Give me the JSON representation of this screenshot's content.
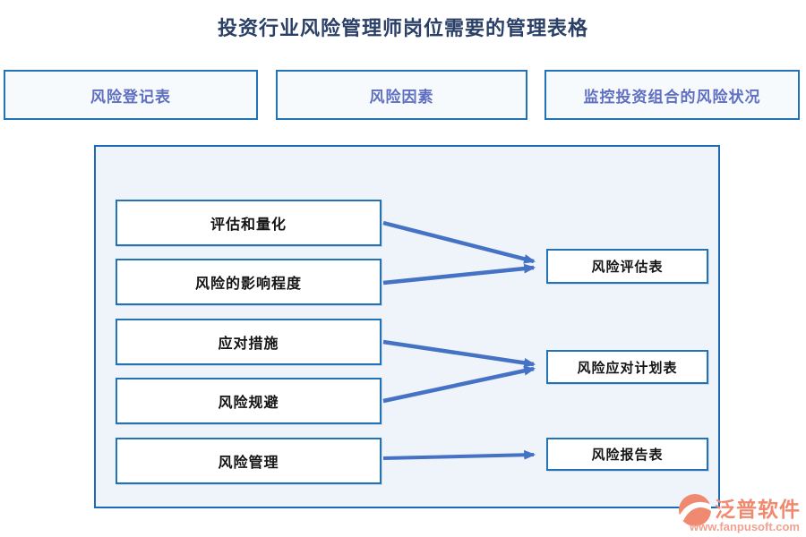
{
  "page": {
    "title": "投资行业风险管理师岗位需要的管理表格"
  },
  "nav_boxes": [
    {
      "label": "风险登记表"
    },
    {
      "label": "风险因素"
    },
    {
      "label": "监控投资组合的风险状况"
    }
  ],
  "diagram": {
    "source_items": [
      "评估和量化",
      "风险的影响程度",
      "应对措施",
      "风险规避",
      "风险管理"
    ],
    "target_tables": [
      "风险评估表",
      "风险应对计划表",
      "风险报告表"
    ],
    "connections": [
      {
        "from": "评估和量化",
        "to": "风险评估表"
      },
      {
        "from": "风险的影响程度",
        "to": "风险评估表"
      },
      {
        "from": "应对措施",
        "to": "风险应对计划表"
      },
      {
        "from": "风险规避",
        "to": "风险应对计划表"
      },
      {
        "from": "风险管理",
        "to": "风险报告表"
      }
    ]
  },
  "branding": {
    "logo_text": "泛普软件",
    "website": "www.fanpusoft.com"
  },
  "colors": {
    "box_border_blue": "#2272b8",
    "panel_border_blue": "#1a6ab5",
    "panel_background": "#eff4fa",
    "arrow_blue": "#4472c4",
    "nav_text_blue": "#5f6fc1",
    "title_navy": "#2b4067",
    "logo_salmon": "#ef8a70"
  }
}
